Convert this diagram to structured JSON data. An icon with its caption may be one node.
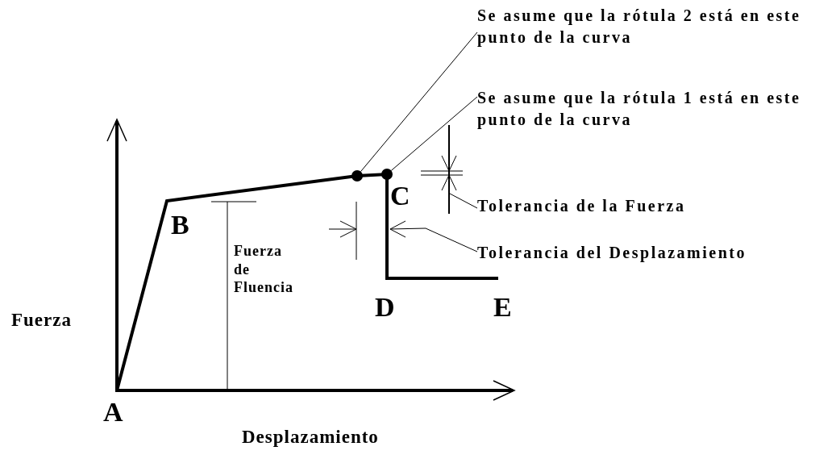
{
  "diagram": {
    "nodes": [
      {
        "text": [
          "Se asume que la rótula 2 está en este punto de la curva"
        ]
      },
      {
        "text": [],
        "shape": "circle"
      },
      {
        "text": [
          "Se asume que la rótula 1 está en este punto de la curva"
        ]
      },
      {
        "text": [],
        "shape": "circle"
      },
      {
        "text": [
          "Tolerancia de la Fuerza"
        ]
      },
      {
        "text": [
          "Tolerancia del Desplazamiento"
        ]
      }
    ],
    "edges": [
      {
        "from": 0,
        "to": 1,
        "arrow": "none"
      },
      {
        "from": 2,
        "to": 3,
        "arrow": "none"
      },
      {
        "from": 4,
        "to": null,
        "arrow": "none"
      },
      {
        "from": 5,
        "to": null,
        "arrow": "none"
      }
    ],
    "labels": [
      "Fuerza",
      "B",
      "C",
      "Fuerza de Fluencia",
      "D",
      "E",
      "A",
      "Desplazamiento"
    ]
  }
}
